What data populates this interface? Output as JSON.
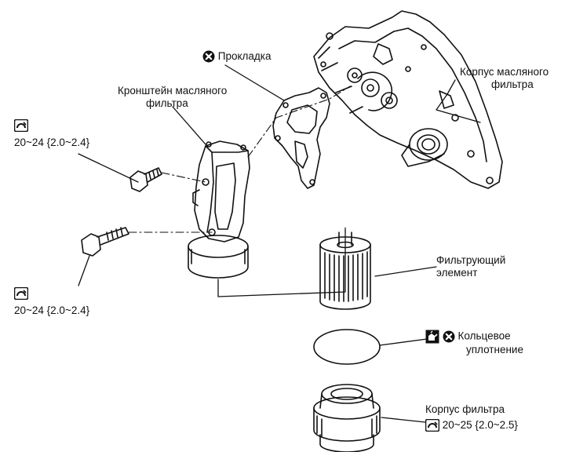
{
  "labels": {
    "gasket": "Прокладка",
    "bracket_line1": "Кронштейн масляного",
    "bracket_line2": "фильтра",
    "housing_line1": "Корпус масляного",
    "housing_line2": "фильтра",
    "element_line1": "Фильтрующий",
    "element_line2": "элемент",
    "oring_line1": "Кольцевое",
    "oring_line2": "уплотнение",
    "cap_label": "Корпус фильтра"
  },
  "torques": {
    "bolt_upper": "20~24 {2.0~2.4}",
    "bolt_lower": "20~24 {2.0~2.4}",
    "cap": "20~25 {2.0~2.5}"
  },
  "icons": {
    "replace": "replace-part-icon",
    "torque": "torque-wrench-icon",
    "oil": "oil-can-icon"
  }
}
